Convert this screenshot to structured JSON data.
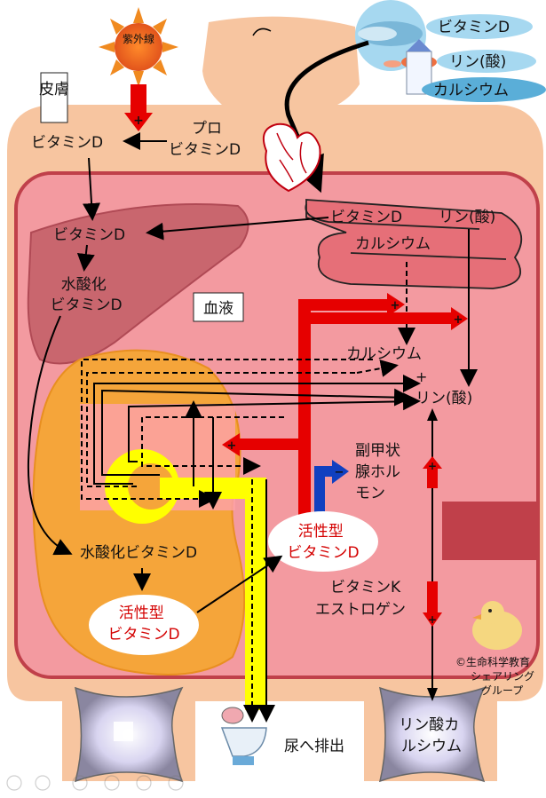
{
  "labels": {
    "uv": "紫外線",
    "skin": "皮膚",
    "provitd": [
      "プロ",
      "ビタミンD"
    ],
    "skin_vitd": "ビタミンD",
    "food_vitd": "ビタミンD",
    "food_phosphate": "リン(酸)",
    "food_calcium": "カルシウム",
    "intestine_vitd": "ビタミンD",
    "intestine_phosphate": "リン(酸)",
    "intestine_calcium": "カルシウム",
    "liver_vitd": "ビタミンD",
    "liver_hydroxy": [
      "水酸化",
      "ビタミンD"
    ],
    "blood": "血液",
    "blood_calcium": "カルシウム",
    "plus": "+",
    "blood_phosphate": "リン(酸)",
    "pth": [
      "副甲状",
      "腺ホル",
      "モン"
    ],
    "active_vitd_blood": [
      "活性型",
      "ビタミンD"
    ],
    "kidney_hydroxy": "水酸化ビタミンD",
    "active_vitd_kidney": [
      "活性型",
      "ビタミンD"
    ],
    "vitk_estrogen": [
      "ビタミンK",
      "エストロゲン"
    ],
    "copyright": [
      "©生命科学教育",
      "シェアリング",
      "グループ"
    ],
    "urine": "尿へ排出",
    "bone": [
      "リン酸カ",
      "ルシウム"
    ]
  },
  "colors": {
    "body": "#f7c5a0",
    "blood": "#f39aa0",
    "liver": "#c9666e",
    "kidney": "#f5a53a",
    "red_arrow": "#e60000",
    "blue_arrow": "#1040c0",
    "yellow_tube": "#ffff00"
  }
}
